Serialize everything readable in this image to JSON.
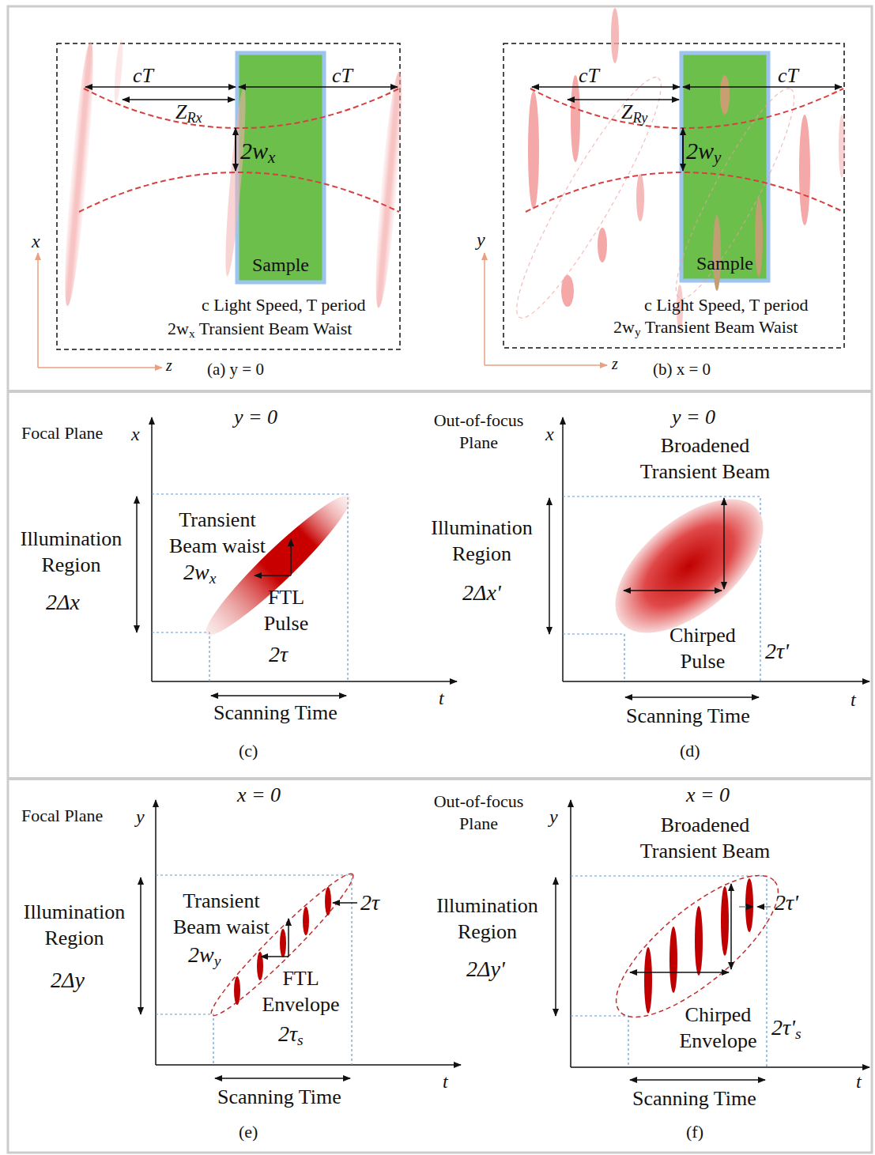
{
  "diagram": {
    "nodes": [
      {
        "text": [
          "Sample"
        ]
      },
      {
        "text": [
          "Sample"
        ]
      }
    ],
    "labels": [
      "cT",
      "cT",
      "ZRx",
      "2wx",
      "x",
      "z",
      "c Light Speed, T period",
      "2wx Transient Beam Waist",
      "(a) y = 0",
      "cT",
      "cT",
      "ZRy",
      "2wy",
      "y",
      "z",
      "c Light Speed, T period",
      "2wy Transient Beam Waist",
      "(b) x = 0",
      "Focal Plane",
      "x",
      "y = 0",
      "Illumination Region",
      "2Δx",
      "Transient Beam waist",
      "2wx",
      "FTL Pulse",
      "2τ",
      "Scanning Time",
      "t",
      "(c)",
      "Out-of-focus Plane",
      "x",
      "y = 0",
      "Broadened Transient Beam",
      "Illumination Region",
      "2Δx'",
      "Chirped Pulse",
      "2τ'",
      "Scanning Time",
      "t",
      "(d)",
      "Focal Plane",
      "y",
      "x = 0",
      "Illumination Region",
      "2Δy",
      "Transient Beam waist",
      "2wy",
      "2τ",
      "FTL Envelope",
      "2τs",
      "Scanning Time",
      "t",
      "(e)",
      "Out-of-focus Plane",
      "y",
      "x = 0",
      "Broadened Transient Beam",
      "Illumination Region",
      "2Δy'",
      "2τ'",
      "Chirped Envelope",
      "2τ's",
      "Scanning Time",
      "t",
      "(f)"
    ]
  }
}
